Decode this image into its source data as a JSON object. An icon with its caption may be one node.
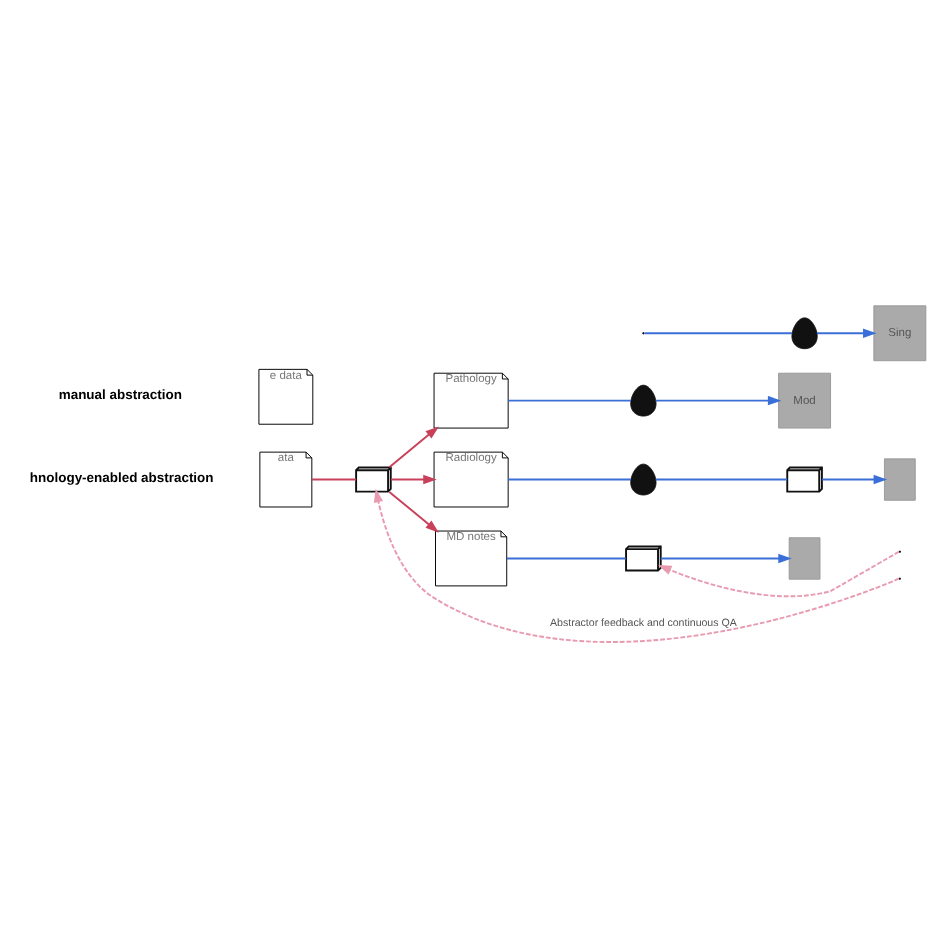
{
  "diagram": {
    "nodes": [
      {
        "text": [
          "e data"
        ]
      },
      {
        "text": [],
        "shape": "person"
      },
      {
        "text": [
          "Sing"
        ]
      },
      {
        "text": [
          "ata"
        ]
      },
      {
        "text": [],
        "shape": "computer"
      },
      {
        "text": [
          "Pathology"
        ]
      },
      {
        "text": [
          "Radiology"
        ]
      },
      {
        "text": [
          "MD notes"
        ]
      },
      {
        "text": [],
        "shape": "person"
      },
      {
        "text": [],
        "shape": "person"
      },
      {
        "text": [],
        "shape": "computer"
      },
      {
        "text": [],
        "shape": "computer"
      },
      {
        "text": [
          "Mod"
        ]
      },
      {
        "text": [],
        "shape": "box"
      },
      {
        "text": [],
        "shape": "box"
      }
    ],
    "edges": [
      {
        "from": null,
        "to": 1,
        "arrow": "none"
      },
      {
        "from": 1,
        "to": 2,
        "arrow": "to"
      },
      {
        "from": 3,
        "to": 4,
        "arrow": "none",
        "color": "#c8405a"
      },
      {
        "from": 4,
        "to": 5,
        "arrow": "to",
        "color": "#c8405a"
      },
      {
        "from": 4,
        "to": 6,
        "arrow": "to",
        "color": "#c8405a"
      },
      {
        "from": 4,
        "to": 7,
        "arrow": "to",
        "color": "#c8405a"
      },
      {
        "from": 5,
        "to": 8,
        "arrow": "none"
      },
      {
        "from": 8,
        "to": 12,
        "arrow": "to"
      },
      {
        "from": 6,
        "to": 9,
        "arrow": "none"
      },
      {
        "from": 9,
        "to": 10,
        "arrow": "none"
      },
      {
        "from": 10,
        "to": 13,
        "arrow": "to"
      },
      {
        "from": 7,
        "to": 11,
        "arrow": "none"
      },
      {
        "from": 11,
        "to": 14,
        "arrow": "to"
      },
      {
        "from": null,
        "to": 4,
        "arrow": "to",
        "style": "dashed",
        "color": "#e89ab0",
        "label": "Abstractor feedback and continuous QA"
      },
      {
        "from": null,
        "to": 11,
        "arrow": "to",
        "style": "dashed",
        "color": "#e89ab0"
      }
    ],
    "labels": [
      "manual abstraction",
      "hnology-enabled abstraction"
    ]
  }
}
